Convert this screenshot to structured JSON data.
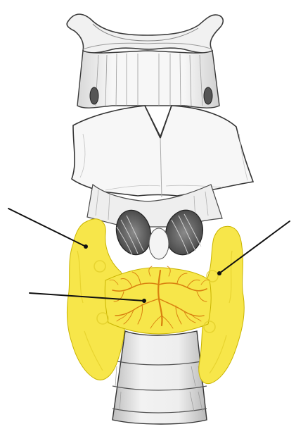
{
  "diagram": {
    "structures": [
      {
        "name": "hyoid-bone",
        "fill": "#f2f2f2"
      },
      {
        "name": "thyroid-cartilage",
        "fill": "#f6f6f6"
      },
      {
        "name": "trachea",
        "fill": "#ededed"
      },
      {
        "name": "thyroid-gland",
        "fill": "#f7e64a"
      },
      {
        "name": "vessels",
        "fill": "#d9800f"
      }
    ],
    "leader_lines": 3,
    "labels": []
  }
}
